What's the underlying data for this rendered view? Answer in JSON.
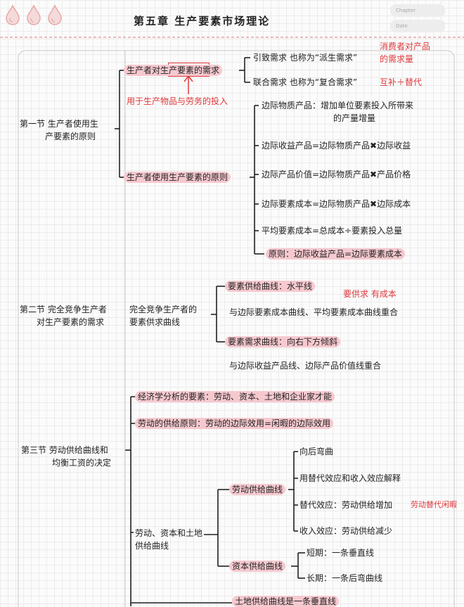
{
  "header": {
    "title": "第五章 生产要素市场理论",
    "chapter_label": "Chapter",
    "date_label": "Date"
  },
  "sections": [
    {
      "title_l1": "第一节 生产者使用生",
      "title_l2": "产要素的原则",
      "nodes": {
        "demand": "生产者对生产要素的需求",
        "note_input": "用于生产物品与劳务的投入",
        "derived": "引致需求 也称为“派生需求”",
        "consumer_note_l1": "消费者对产品",
        "consumer_note_l2": "的需求量",
        "joint": "联合需求 也称为“复合需求”",
        "joint_note": "互补＋替代",
        "principle": "生产者使用生产要素的原则",
        "mpp_l1": "边际物质产品：增加单位要素投入所带来",
        "mpp_l2": "的产量增量",
        "mrp": "边际收益产品=边际物质产品✖边际收益",
        "vmp": "边际产品价值=边际物质产品✖产品价格",
        "mfc": "边际要素成本=边际物质产品✖边际成本",
        "afc": "平均要素成本=总成本÷要素投入总量",
        "rule": "原则：边际收益产品=边际要素成本"
      }
    },
    {
      "title_l1": "第二节 完全竞争生产者",
      "title_l2": "对生产要素的需求",
      "nodes": {
        "branch_l1": "完全竞争生产者的",
        "branch_l2": "要素供求曲线",
        "supply_curve": "要素供给曲线：水平线",
        "supply_note": "要供求 有成本",
        "supply_coincide": "与边际要素成本曲线、平均要素成本曲线重合",
        "demand_curve": "要素需求曲线：向右下方倾斜",
        "demand_coincide": "与边际收益产品线、边际产品价值线重合"
      }
    },
    {
      "title_l1": "第三节 劳动供给曲线和",
      "title_l2": "均衡工资的决定",
      "nodes": {
        "factors": "经济学分析的要素：劳动、资本、土地和企业家才能",
        "labor_principle": "劳动的供给原则：劳动的边际效用=闲暇的边际效用",
        "supply_branch_l1": "劳动、资本和土地",
        "supply_branch_l2": "供给曲线",
        "labor_curve": "劳动供给曲线",
        "backward": "向后弯曲",
        "explain": "用替代效应和收入效应解释",
        "substitution": "替代效应：劳动供给增加",
        "substitution_note": "劳动替代闲暇",
        "income": "收入效应：劳动供给减少",
        "capital_curve": "资本供给曲线",
        "short_run": "短期：一条垂直线",
        "long_run": "长期：一条后弯曲线",
        "land_curve": "土地供给曲线是一条垂直线"
      }
    }
  ],
  "colors": {
    "highlight": "#f6c9cf",
    "accent_red": "#e0383b",
    "grid": "#ececec"
  },
  "icons": [
    "drop-icon",
    "drop-icon",
    "drop-icon"
  ]
}
